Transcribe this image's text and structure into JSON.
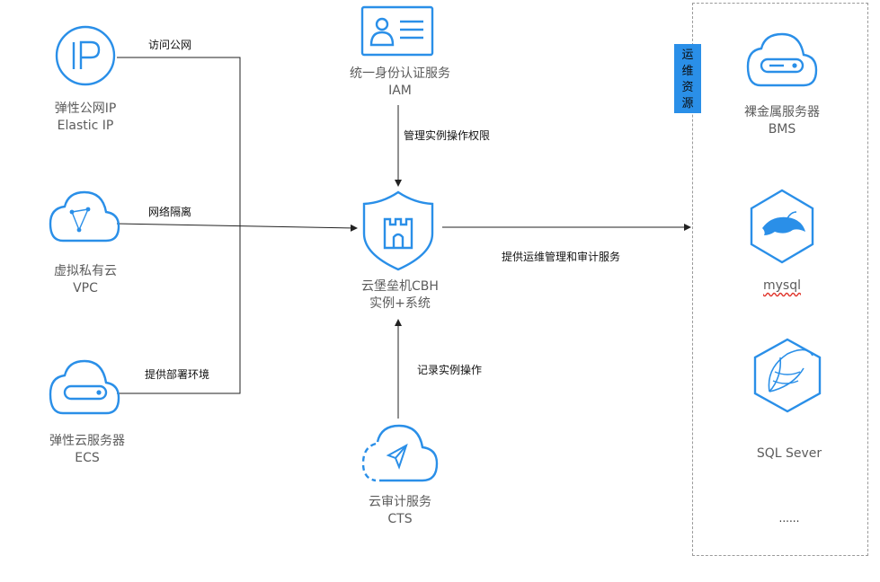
{
  "nodes": {
    "eip": {
      "name": "弹性公网IP",
      "sub": "Elastic IP"
    },
    "vpc": {
      "name": "虚拟私有云",
      "sub": "VPC"
    },
    "ecs": {
      "name": "弹性云服务器",
      "sub": "ECS"
    },
    "iam": {
      "name": "统一身份认证服务",
      "sub": "IAM"
    },
    "cbh": {
      "name": "云堡垒机CBH",
      "sub": "实例+系统"
    },
    "cts": {
      "name": "云审计服务",
      "sub": "CTS"
    },
    "bms": {
      "name": "裸金属服务器",
      "sub": "BMS"
    },
    "mysql": {
      "name": "mysql"
    },
    "sqlserver": {
      "name": "SQL Sever"
    },
    "more": {
      "name": "......"
    }
  },
  "edges": {
    "eip_label": "访问公网",
    "vpc_label": "网络隔离",
    "ecs_label": "提供部署环境",
    "iam_label": "管理实例操作权限",
    "cts_label": "记录实例操作",
    "cbh_label": "提供运维管理和审计服务"
  },
  "resources": {
    "tag": [
      "运",
      "维",
      "资",
      "源"
    ]
  },
  "colors": {
    "icon_blue": "#2a8fe8",
    "line": "#222222",
    "label_gray": "#5c5c5c",
    "tag_bg": "#2a8fe8"
  }
}
